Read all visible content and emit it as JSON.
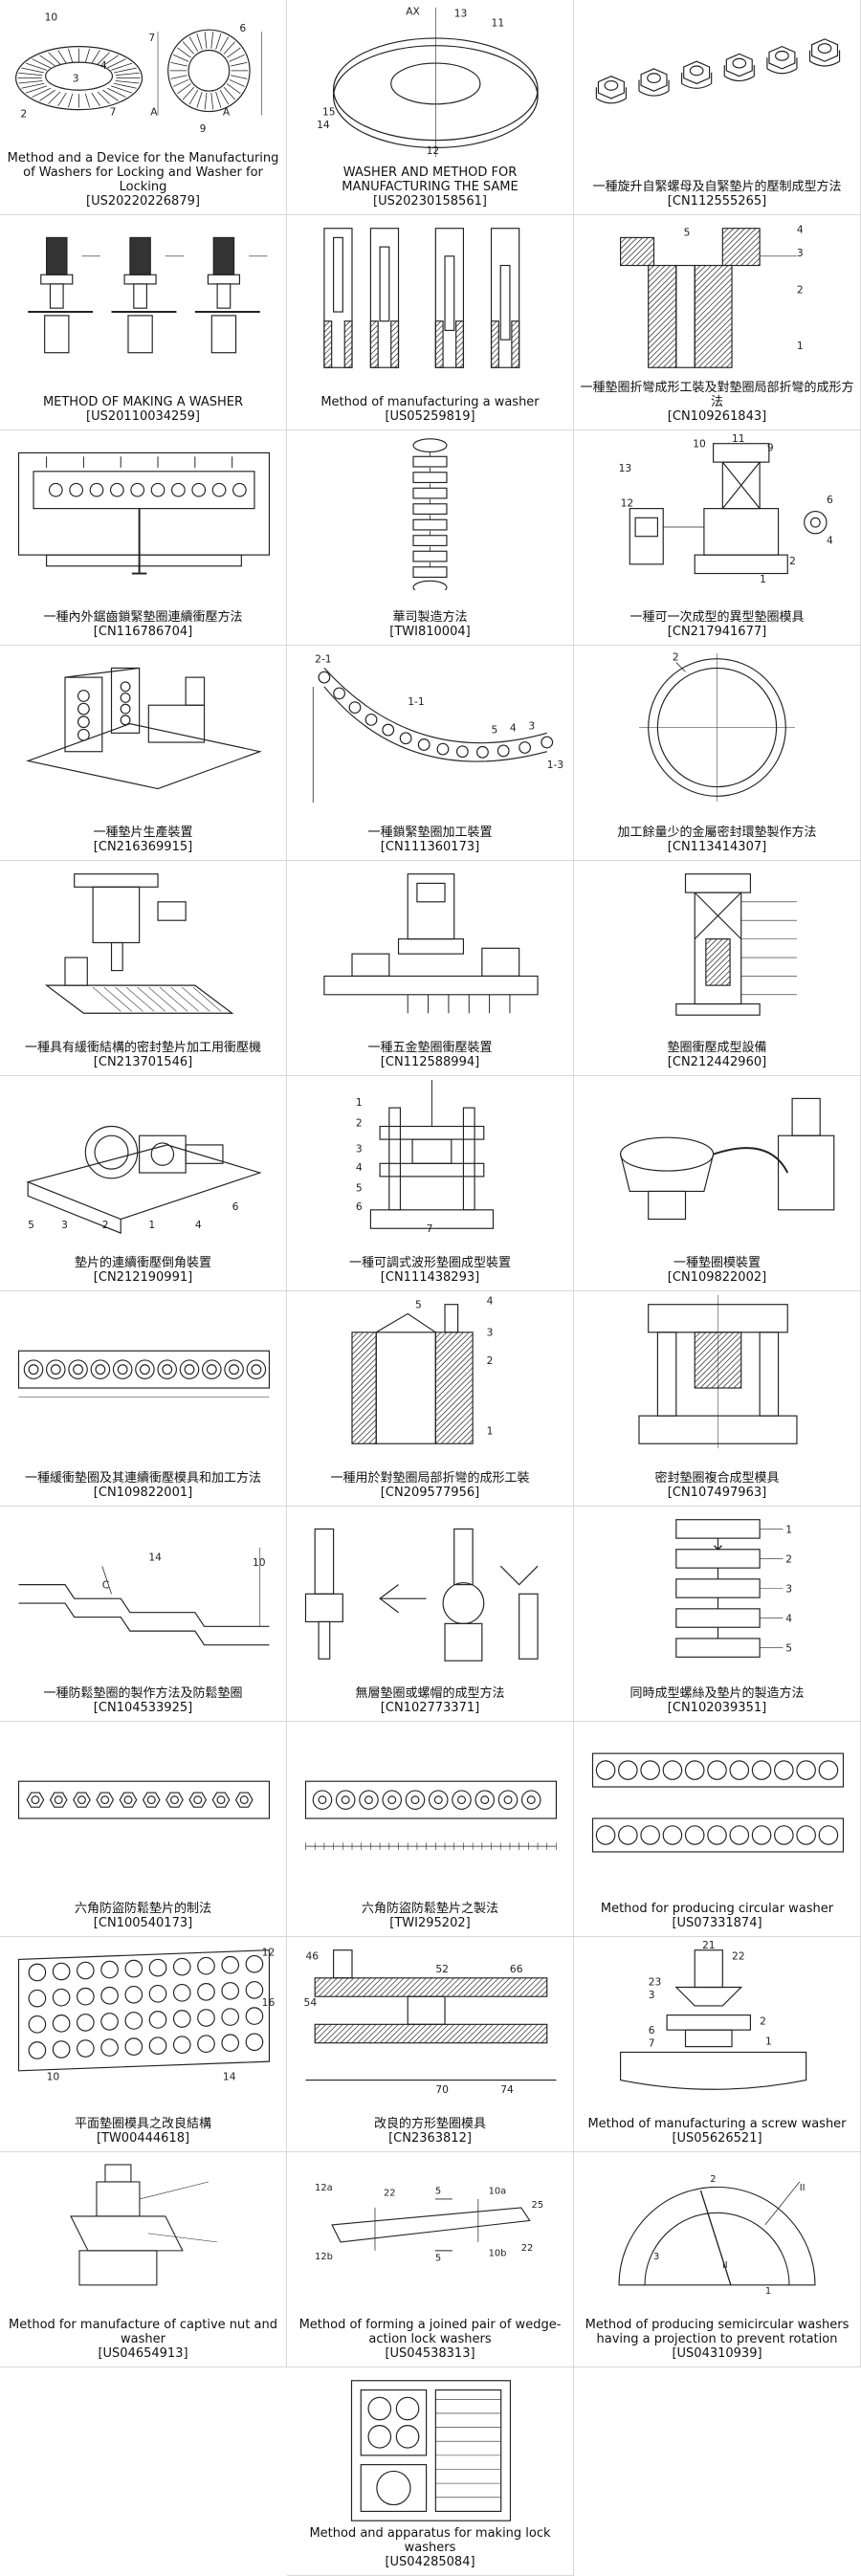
{
  "patents": [
    {
      "title": "Method and a Device for the Manufacturing of Washers for Locking and Washer for Locking",
      "number": "[US20220226879]",
      "figure": "serrated-washer-drawing",
      "fig_labels": [
        "10",
        "3",
        "4",
        "7",
        "6",
        "A",
        "A",
        "9",
        "2",
        "7"
      ]
    },
    {
      "title": "WASHER AND METHOD FOR MANUFACTURING THE SAME",
      "number": "[US20230158561]",
      "figure": "ring-washer-drawing",
      "fig_labels": [
        "AX",
        "13",
        "11",
        "15",
        "14",
        "12"
      ]
    },
    {
      "title": "一種旋升自緊螺母及自緊墊片的壓制成型方法",
      "number": "[CN112555265]",
      "figure": "nut-sequence-drawing",
      "fig_labels": []
    },
    {
      "title": "METHOD OF MAKING A WASHER",
      "number": "[US20110034259]",
      "figure": "press-stations-drawing",
      "fig_labels": []
    },
    {
      "title": "Method of manufacturing a washer",
      "number": "[US05259819]",
      "figure": "punch-columns-drawing",
      "fig_labels": []
    },
    {
      "title": "一種墊圈折彎成形工裝及對墊圈局部折彎的成形方法",
      "number": "[CN109261843]",
      "figure": "bending-die-drawing",
      "fig_labels": [
        "5",
        "4",
        "3",
        "2",
        "1"
      ]
    },
    {
      "title": "一種內外鋸齒鎖緊墊圈連續衝壓方法",
      "number": "[CN116786704]",
      "figure": "continuous-press-drawing",
      "fig_labels": []
    },
    {
      "title": "華司製造方法",
      "number": "[TWI810004]",
      "figure": "flowchart-drawing",
      "fig_labels": []
    },
    {
      "title": "一種可一次成型的異型墊圈模具",
      "number": "[CN217941677]",
      "figure": "die-machine-drawing",
      "fig_labels": [
        "11",
        "10",
        "13",
        "12",
        "9",
        "6",
        "4",
        "2",
        "1"
      ]
    },
    {
      "title": "一種墊片生產裝置",
      "number": "[CN216369915]",
      "figure": "production-device-drawing",
      "fig_labels": []
    },
    {
      "title": "一種鎖緊墊圈加工裝置",
      "number": "[CN111360173]",
      "figure": "curved-strip-drawing",
      "fig_labels": [
        "2-1",
        "1-1",
        "5",
        "4",
        "3",
        "1-3"
      ]
    },
    {
      "title": "加工餘量少的金屬密封環墊製作方法",
      "number": "[CN113414307]",
      "figure": "seal-ring-drawing",
      "fig_labels": [
        "2"
      ]
    },
    {
      "title": "一種具有緩衝結構的密封墊片加工用衝壓機",
      "number": "[CN213701546]",
      "figure": "buffer-press-drawing",
      "fig_labels": []
    },
    {
      "title": "一種五金墊圈衝壓裝置",
      "number": "[CN112588994]",
      "figure": "hardware-press-drawing",
      "fig_labels": []
    },
    {
      "title": "墊圈衝壓成型設備",
      "number": "[CN212442960]",
      "figure": "forming-equipment-drawing",
      "fig_labels": []
    },
    {
      "title": "墊片的連續衝壓倒角裝置",
      "number": "[CN212190991]",
      "figure": "chamfer-device-drawing",
      "fig_labels": [
        "5",
        "3",
        "2",
        "1",
        "4",
        "6"
      ]
    },
    {
      "title": "一種可調式波形墊圈成型裝置",
      "number": "[CN111438293]",
      "figure": "wave-washer-press-drawing",
      "fig_labels": [
        "1",
        "2",
        "3",
        "4",
        "5",
        "6",
        "7"
      ]
    },
    {
      "title": "一種墊圈模裝置",
      "number": "[CN109822002]",
      "figure": "bowl-feeder-drawing",
      "fig_labels": []
    },
    {
      "title": "一種緩衝墊圈及其連續衝壓模具和加工方法",
      "number": "[CN109822001]",
      "figure": "strip-layout-drawing",
      "fig_labels": []
    },
    {
      "title": "一種用於對墊圈局部折彎的成形工裝",
      "number": "[CN209577956]",
      "figure": "local-bend-drawing",
      "fig_labels": [
        "5",
        "4",
        "3",
        "2",
        "1"
      ]
    },
    {
      "title": "密封墊圈複合成型模具",
      "number": "[CN107497963]",
      "figure": "compound-die-drawing",
      "fig_labels": []
    },
    {
      "title": "一種防鬆墊圈的製作方法及防鬆墊圈",
      "number": "[CN104533925]",
      "figure": "antiloose-profile-drawing",
      "fig_labels": [
        "14",
        "C",
        "10"
      ]
    },
    {
      "title": "無層墊圈或螺帽的成型方法",
      "number": "[CN102773371]",
      "figure": "forming-steps-drawing",
      "fig_labels": []
    },
    {
      "title": "同時成型螺絲及墊片的製造方法",
      "number": "[CN102039351]",
      "figure": "process-flow-drawing",
      "fig_labels": [
        "1",
        "2",
        "3",
        "4",
        "5"
      ]
    },
    {
      "title": "六角防盜防鬆墊片的制法",
      "number": "[CN100540173]",
      "figure": "hex-strip-drawing",
      "fig_labels": []
    },
    {
      "title": "六角防盜防鬆墊片之製法",
      "number": "[TWI295202]",
      "figure": "hex-strip-ruler-drawing",
      "fig_labels": []
    },
    {
      "title": "Method for producing circular washer",
      "number": "[US07331874]",
      "figure": "double-strip-drawing",
      "fig_labels": []
    },
    {
      "title": "平面墊圈模具之改良結構",
      "number": "[TW00444618]",
      "figure": "flat-die-drawing",
      "fig_labels": [
        "12",
        "16",
        "14",
        "10"
      ]
    },
    {
      "title": "改良的方形墊圈模具",
      "number": "[CN2363812]",
      "figure": "square-die-drawing",
      "fig_labels": [
        "46",
        "54",
        "52",
        "66",
        "70",
        "74"
      ]
    },
    {
      "title": "Method of manufacturing a screw washer",
      "number": "[US05626521]",
      "figure": "screw-washer-drawing",
      "fig_labels": [
        "21",
        "22",
        "23",
        "3",
        "2",
        "1",
        "6",
        "7"
      ]
    },
    {
      "title": "Method for manufacture of captive nut and washer",
      "number": "[US04654913]",
      "figure": "captive-nut-drawing",
      "fig_labels": []
    },
    {
      "title": "Method of forming a joined pair of wedge-action lock washers",
      "number": "[US04538313]",
      "figure": "wedge-bar-drawing",
      "fig_labels": [
        "12a",
        "22",
        "5",
        "10a",
        "25",
        "12b",
        "5",
        "10b",
        "22"
      ]
    },
    {
      "title": "Method of producing semicircular washers having a projection to prevent rotation",
      "number": "[US04310939]",
      "figure": "semicircle-drawing",
      "fig_labels": [
        "2",
        "3",
        "II",
        "II",
        "1"
      ]
    },
    {
      "title": "Method and apparatus for making lock washers",
      "number": "[US04285084]",
      "figure": "apparatus-drawing",
      "fig_labels": []
    }
  ]
}
